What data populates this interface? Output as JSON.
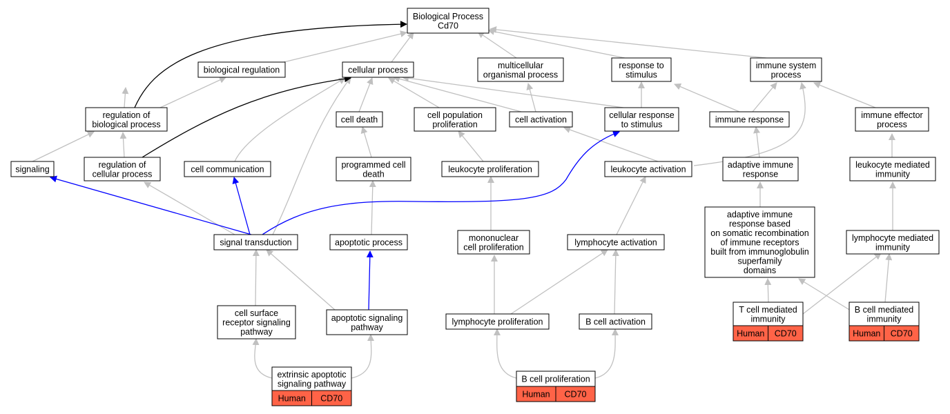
{
  "colors": {
    "edge_default": "#c0c0c0",
    "edge_black": "#000000",
    "edge_blue": "#0000ff",
    "tag_fill": "#ff6347",
    "node_fill": "#ffffff",
    "node_stroke": "#000000"
  },
  "nodes": {
    "bp": {
      "lines": [
        "Biological Process",
        "Cd70"
      ]
    },
    "biological_regulation": {
      "lines": [
        "biological regulation"
      ]
    },
    "cellular_process": {
      "lines": [
        "cellular process"
      ]
    },
    "multicellular": {
      "lines": [
        "multicellular",
        "organismal process"
      ]
    },
    "response_to_stimulus": {
      "lines": [
        "response to",
        "stimulus"
      ]
    },
    "immune_system_process": {
      "lines": [
        "immune system",
        "process"
      ]
    },
    "regulation_bio": {
      "lines": [
        "regulation of",
        "biological process"
      ]
    },
    "cell_death": {
      "lines": [
        "cell death"
      ]
    },
    "cell_pop_prolif": {
      "lines": [
        "cell population",
        "proliferation"
      ]
    },
    "cell_activation": {
      "lines": [
        "cell activation"
      ]
    },
    "cellular_response": {
      "lines": [
        "cellular response",
        "to stimulus"
      ]
    },
    "immune_response": {
      "lines": [
        "immune response"
      ]
    },
    "immune_effector": {
      "lines": [
        "immune effector",
        "process"
      ]
    },
    "signaling": {
      "lines": [
        "signaling"
      ]
    },
    "regulation_cell": {
      "lines": [
        "regulation of",
        "cellular process"
      ]
    },
    "cell_communication": {
      "lines": [
        "cell communication"
      ]
    },
    "programmed_death": {
      "lines": [
        "programmed cell",
        "death"
      ]
    },
    "leukocyte_prolif": {
      "lines": [
        "leukocyte proliferation"
      ]
    },
    "leukocyte_activation": {
      "lines": [
        "leukocyte activation"
      ]
    },
    "adaptive_immune": {
      "lines": [
        "adaptive immune",
        "response"
      ]
    },
    "leukocyte_mediated": {
      "lines": [
        "leukocyte mediated",
        "immunity"
      ]
    },
    "signal_transduction": {
      "lines": [
        "signal transduction"
      ]
    },
    "apoptotic_process": {
      "lines": [
        "apoptotic process"
      ]
    },
    "mononuclear": {
      "lines": [
        "mononuclear",
        "cell proliferation"
      ]
    },
    "lymphocyte_activation": {
      "lines": [
        "lymphocyte activation"
      ]
    },
    "adaptive_somatic": {
      "lines": [
        "adaptive immune",
        "response based",
        "on somatic recombination",
        "of immune receptors",
        "built from immunoglobulin",
        "superfamily",
        "domains"
      ]
    },
    "lymphocyte_mediated": {
      "lines": [
        "lymphocyte mediated",
        "immunity"
      ]
    },
    "cell_surface": {
      "lines": [
        "cell surface",
        "receptor signaling",
        "pathway"
      ]
    },
    "apoptotic_signaling": {
      "lines": [
        "apoptotic signaling",
        "pathway"
      ]
    },
    "lymphocyte_prolif": {
      "lines": [
        "lymphocyte proliferation"
      ]
    },
    "b_cell_activation": {
      "lines": [
        "B cell activation"
      ]
    },
    "t_cell_mediated": {
      "lines": [
        "T cell mediated",
        "immunity"
      ],
      "tags": [
        "Human",
        "CD70"
      ]
    },
    "b_cell_mediated": {
      "lines": [
        "B cell mediated",
        "immunity"
      ],
      "tags": [
        "Human",
        "CD70"
      ]
    },
    "extrinsic": {
      "lines": [
        "extrinsic apoptotic",
        "signaling pathway"
      ],
      "tags": [
        "Human",
        "CD70"
      ]
    },
    "b_cell_prolif": {
      "lines": [
        "B cell proliferation"
      ],
      "tags": [
        "Human",
        "CD70"
      ]
    }
  }
}
